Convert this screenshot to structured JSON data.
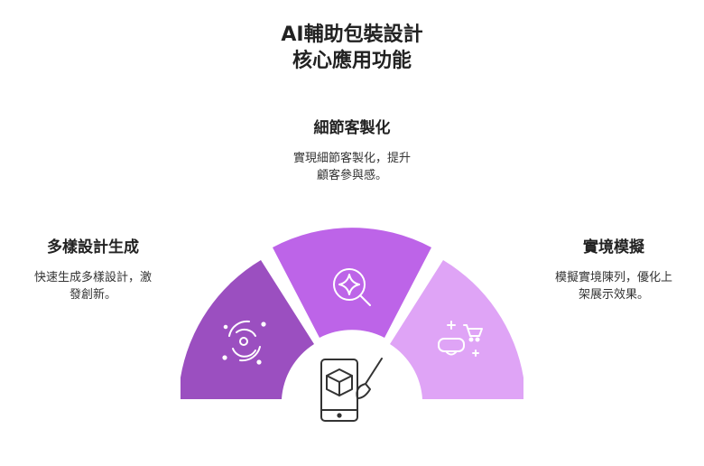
{
  "title": {
    "line1": "AI輔助包裝設計",
    "line2": "核心應用功能"
  },
  "segments": [
    {
      "heading": "多樣設計生成",
      "desc_line1": "快速生成多樣設計，激",
      "desc_line2": "發創新。",
      "color": "#9b4fc0",
      "icon": "galaxy-icon"
    },
    {
      "heading": "細節客製化",
      "desc_line1": "實現細節客製化，提升",
      "desc_line2": "顧客參與感。",
      "color": "#bd64e8",
      "icon": "sparkle-search-icon"
    },
    {
      "heading": "實境模擬",
      "desc_line1": "模擬實境陳列，優化上",
      "desc_line2": "架展示效果。",
      "color": "#dfa4f6",
      "icon": "vr-shopping-icon"
    }
  ],
  "center": {
    "icon": "phone-cube-brush-icon"
  },
  "colors": {
    "background": "#ffffff",
    "icon_stroke": "#ffffff",
    "center_stroke": "#333333"
  }
}
